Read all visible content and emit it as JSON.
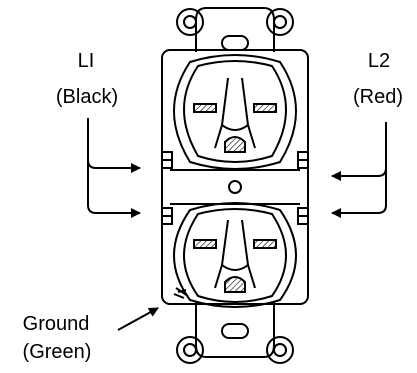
{
  "labels": {
    "l1_name": "LI",
    "l1_color": "(Black)",
    "l2_name": "L2",
    "l2_color": "(Red)",
    "ground_name": "Ground",
    "ground_color": "(Green)"
  },
  "colors": {
    "line": "#000000",
    "background": "#ffffff"
  }
}
